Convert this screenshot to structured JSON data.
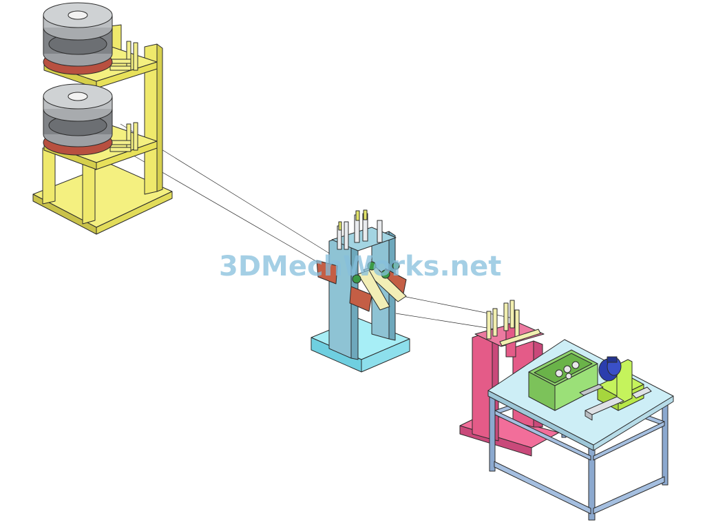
{
  "watermark": {
    "text": "3DMechWorks.net",
    "color": "#86bfdc"
  },
  "components": [
    {
      "name": "wire-spool-stand",
      "color": "#f2f07a",
      "accent": "#b5a82a"
    },
    {
      "name": "wire-straightener",
      "color": "#8fc6d6",
      "accent": "#5aa7c0"
    },
    {
      "name": "feed-stand",
      "color": "#e6618c",
      "accent": "#c0436c"
    },
    {
      "name": "work-table",
      "color": "#c8ecf4",
      "accent": "#8aa9cc"
    },
    {
      "name": "control-box",
      "color": "#8fd36d",
      "accent": "#5fa840"
    },
    {
      "name": "motor",
      "color": "#2a3fb0",
      "accent": "#1a2780"
    },
    {
      "name": "motor-mount",
      "color": "#c5f35c",
      "accent": "#98c630"
    },
    {
      "name": "spool",
      "color": "#8d9094",
      "accent": "#b64a3a"
    }
  ]
}
